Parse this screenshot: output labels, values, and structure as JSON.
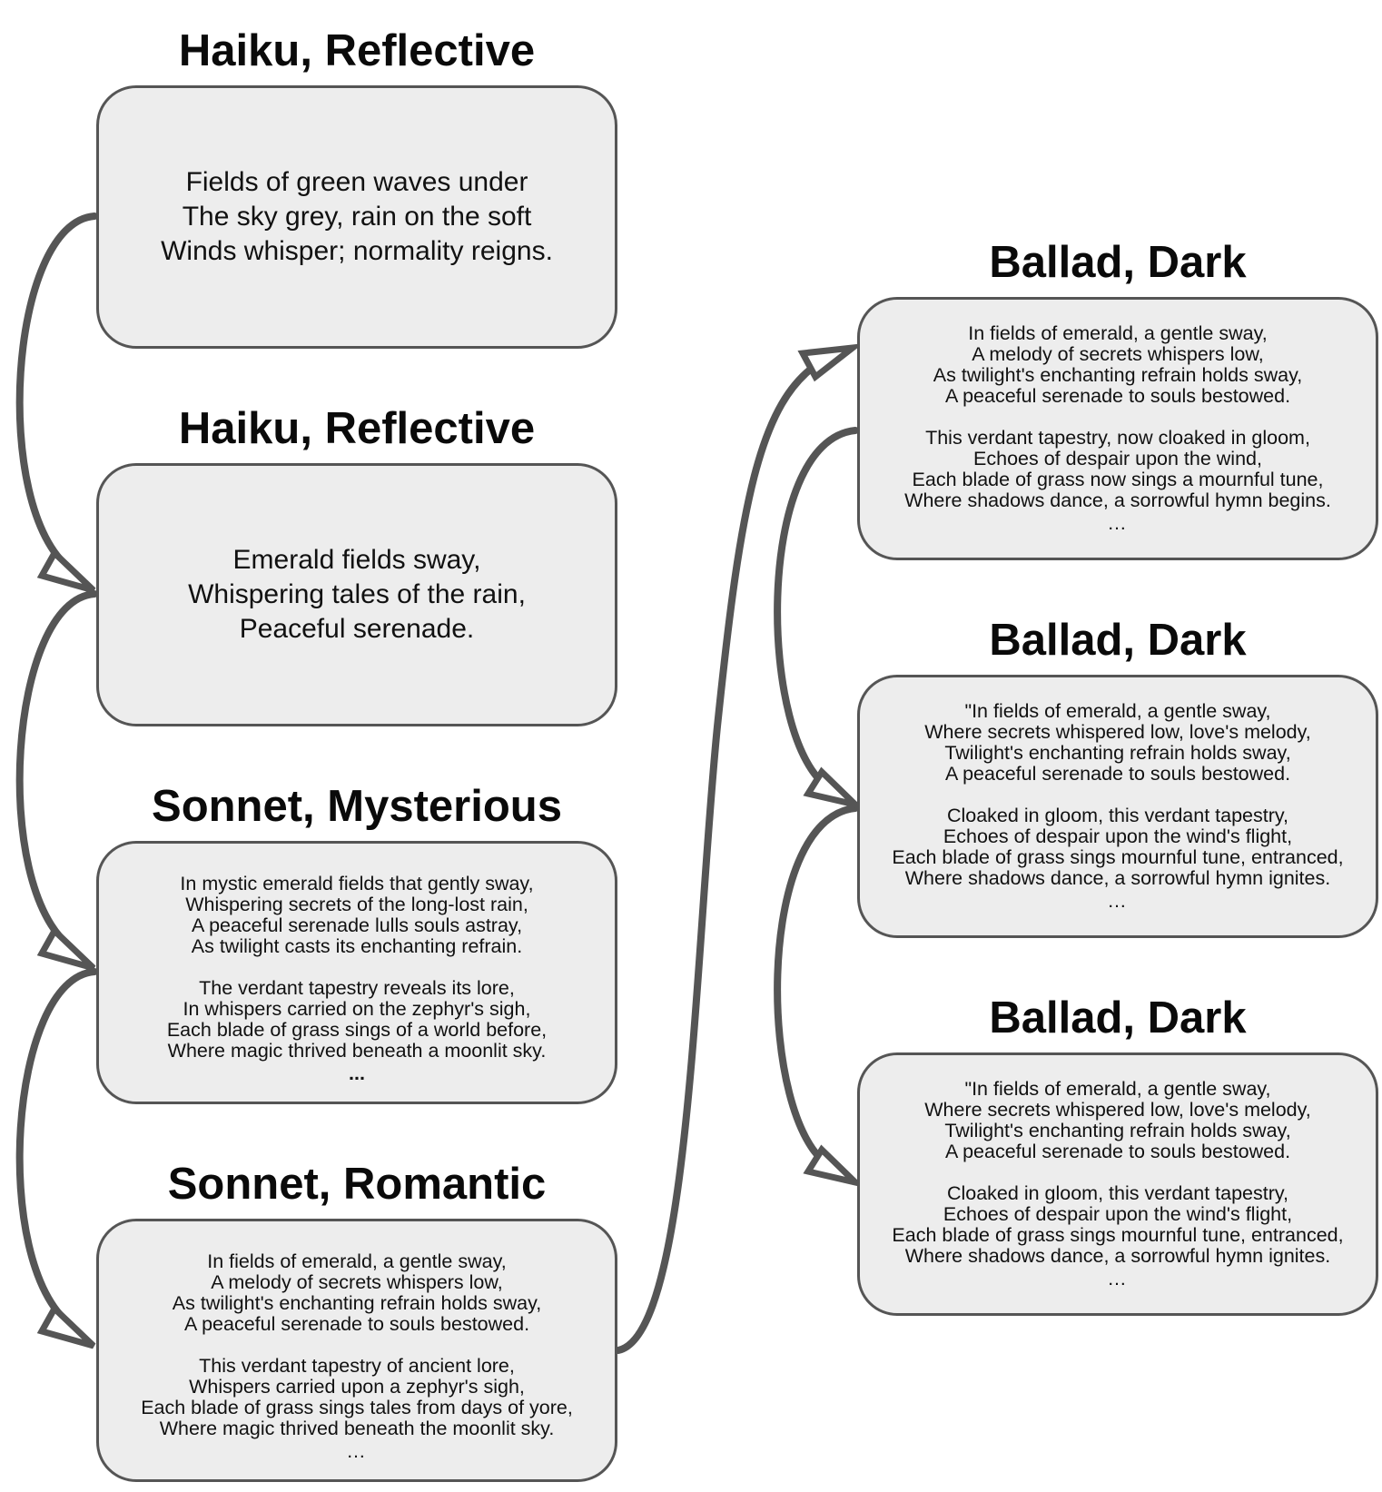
{
  "nodes": [
    {
      "title": "Haiku, Reflective",
      "stanzas": [
        [
          "Fields of green waves under",
          "The sky grey, rain on the soft",
          "Winds whisper; normality reigns."
        ]
      ],
      "ellipsis": ""
    },
    {
      "title": "Haiku, Reflective",
      "stanzas": [
        [
          "Emerald fields sway,",
          "Whispering tales of the rain,",
          "Peaceful serenade."
        ]
      ],
      "ellipsis": ""
    },
    {
      "title": "Sonnet, Mysterious",
      "stanzas": [
        [
          "In mystic emerald fields that gently sway,",
          "Whispering secrets of the long-lost rain,",
          "A peaceful serenade lulls souls astray,",
          "As twilight casts its enchanting refrain."
        ],
        [
          "The verdant tapestry reveals its lore,",
          "In whispers carried on the zephyr's sigh,",
          "Each blade of grass sings of a world before,",
          "Where magic thrived beneath a moonlit sky."
        ]
      ],
      "ellipsis": "..."
    },
    {
      "title": "Sonnet, Romantic",
      "stanzas": [
        [
          "In fields of emerald, a gentle sway,",
          "A melody of secrets whispers low,",
          "As twilight's enchanting refrain holds sway,",
          "A peaceful serenade to souls bestowed."
        ],
        [
          "This verdant tapestry of ancient lore,",
          "Whispers carried upon a zephyr's sigh,",
          "Each blade of grass sings tales from days of yore,",
          "Where magic thrived beneath the moonlit sky."
        ]
      ],
      "ellipsis": "…"
    },
    {
      "title": "Ballad, Dark",
      "stanzas": [
        [
          "In fields of emerald, a gentle sway,",
          "A melody of secrets whispers low,",
          "As twilight's enchanting refrain holds sway,",
          "A peaceful serenade to souls bestowed."
        ],
        [
          "This verdant tapestry, now cloaked in gloom,",
          "Echoes of despair upon the wind,",
          "Each blade of grass now sings a mournful tune,",
          "Where shadows dance, a sorrowful hymn begins."
        ]
      ],
      "ellipsis": "…"
    },
    {
      "title": "Ballad, Dark",
      "stanzas": [
        [
          "\"In fields of emerald, a gentle sway,",
          "Where secrets whispered low, love's melody,",
          "Twilight's enchanting refrain holds sway,",
          "A peaceful serenade to souls bestowed."
        ],
        [
          "Cloaked in gloom, this verdant tapestry,",
          "Echoes of despair upon the wind's flight,",
          "Each blade of grass sings mournful tune, entranced,",
          "Where shadows dance, a sorrowful hymn ignites."
        ]
      ],
      "ellipsis": "…"
    },
    {
      "title": "Ballad, Dark",
      "stanzas": [
        [
          "\"In fields of emerald, a gentle sway,",
          "Where secrets whispered low, love's melody,",
          "Twilight's enchanting refrain holds sway,",
          "A peaceful serenade to souls bestowed."
        ],
        [
          "Cloaked in gloom, this verdant tapestry,",
          "Echoes of despair upon the wind's flight,",
          "Each blade of grass sings mournful tune, entranced,",
          "Where shadows dance, a sorrowful hymn ignites."
        ]
      ],
      "ellipsis": "…"
    }
  ],
  "edges": [
    {
      "from": 0,
      "to": 1
    },
    {
      "from": 1,
      "to": 2
    },
    {
      "from": 2,
      "to": 3
    },
    {
      "from": 3,
      "to": 4
    },
    {
      "from": 4,
      "to": 5
    },
    {
      "from": 5,
      "to": 6
    }
  ],
  "colors": {
    "card_fill": "#ededed",
    "card_border": "#555555",
    "arrow": "#555555",
    "title_text": "#0a0a0a"
  }
}
